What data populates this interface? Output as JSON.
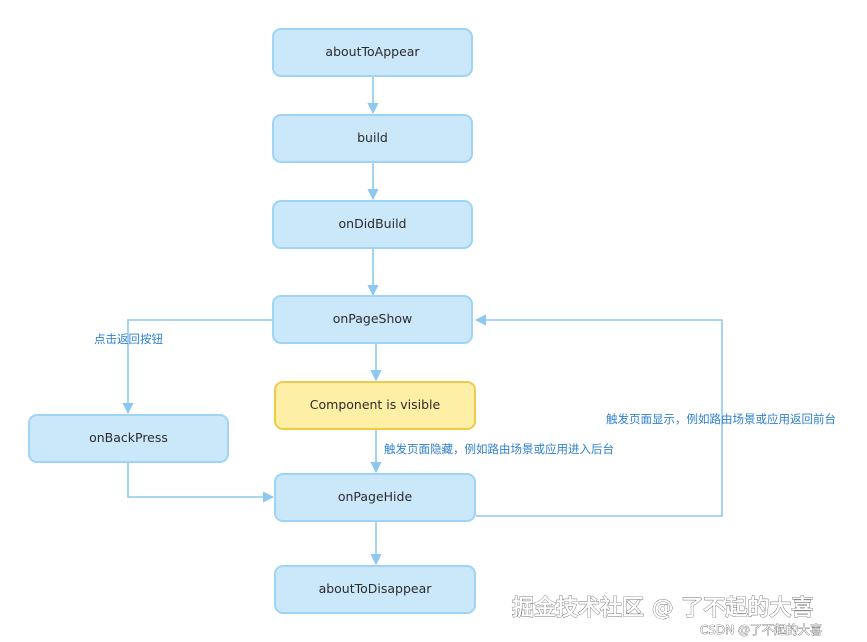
{
  "nodes": {
    "about_to_appear": "aboutToAppear",
    "build": "build",
    "on_did_build": "onDidBuild",
    "on_page_show": "onPageShow",
    "component_visible": "Component is visible",
    "on_back_press": "onBackPress",
    "on_page_hide": "onPageHide",
    "about_to_disappear": "aboutToDisappear"
  },
  "edge_labels": {
    "back_button": "点击返回按钮",
    "page_hidden": "触发页面隐藏，例如路由场景或应用进入后台",
    "page_shown": "触发页面显示，例如路由场景或应用返回前台"
  },
  "colors": {
    "node_fill": "#cbe8fb",
    "node_border": "#9fd4f6",
    "highlight_fill": "#fdf0a6",
    "highlight_border": "#f2c94c",
    "edge": "#8dc8f0",
    "label": "#2f7fd1"
  },
  "watermark": {
    "main": "掘金技术社区 @ 了不起的大喜",
    "sub": "CSDN @了不起的大喜"
  }
}
